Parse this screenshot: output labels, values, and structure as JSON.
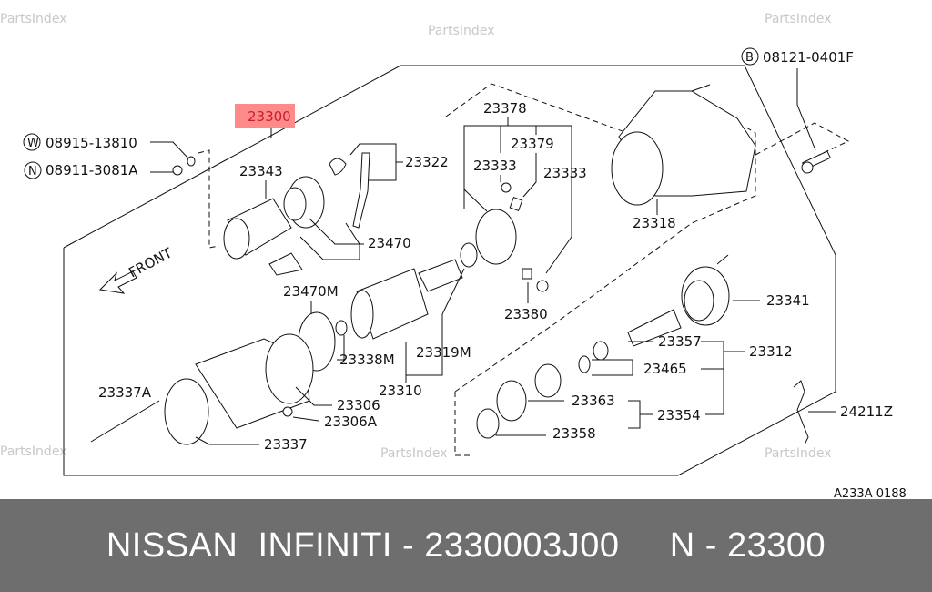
{
  "watermark": "PartsIndex",
  "highlight_part": "23300",
  "callouts": {
    "w_symbol": "W",
    "w_part": "08915-13810",
    "n_symbol": "N",
    "n_part": "08911-3081A",
    "b_symbol": "B",
    "b_part": "08121-0401F"
  },
  "labels": {
    "p23343": "23343",
    "p23322": "23322",
    "p23378": "23378",
    "p23379": "23379",
    "p23333a": "23333",
    "p23333b": "23333",
    "p23318": "23318",
    "p23470": "23470",
    "front": "FRONT",
    "p23470m": "23470M",
    "p23341": "23341",
    "p23380": "23380",
    "p23338m": "23338M",
    "p23319m": "23319M",
    "p23357": "23357",
    "p23312": "23312",
    "p23465": "23465",
    "p23337a": "23337A",
    "p23310": "23310",
    "p23306": "23306",
    "p23363": "23363",
    "p23354": "23354",
    "p23306a": "23306A",
    "p24211z": "24211Z",
    "p23358": "23358",
    "p23337": "23337"
  },
  "diagram_code": "A233A 0188",
  "footer": {
    "text": "NISSAN  INFINITI - 2330003J00     N - 23300"
  }
}
